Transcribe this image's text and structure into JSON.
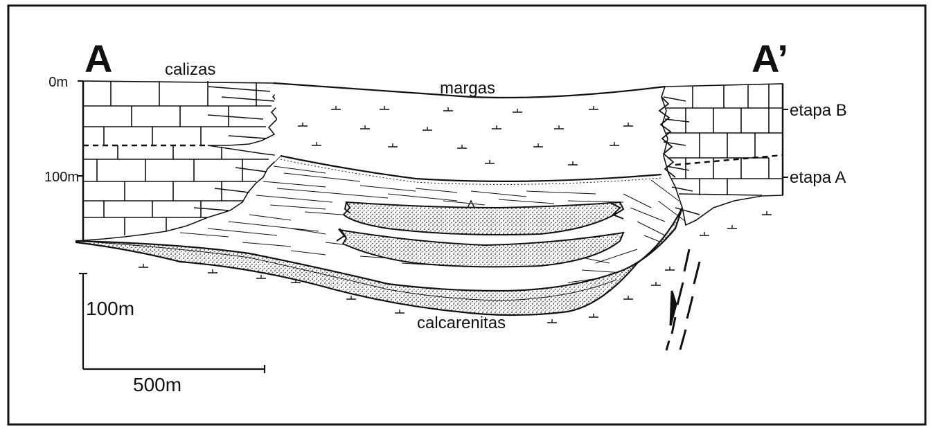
{
  "section": {
    "start_label": "A",
    "end_label": "A’"
  },
  "depth_ticks": [
    "0m",
    "100m"
  ],
  "units": [
    {
      "key": "calizas",
      "label": "calizas"
    },
    {
      "key": "margas",
      "label": "margas"
    },
    {
      "key": "calcarenitas",
      "label": "calcarenitas"
    }
  ],
  "stages": [
    "etapa B",
    "etapa A"
  ],
  "scale_bar": {
    "vertical": "100m",
    "horizontal": "500m"
  }
}
